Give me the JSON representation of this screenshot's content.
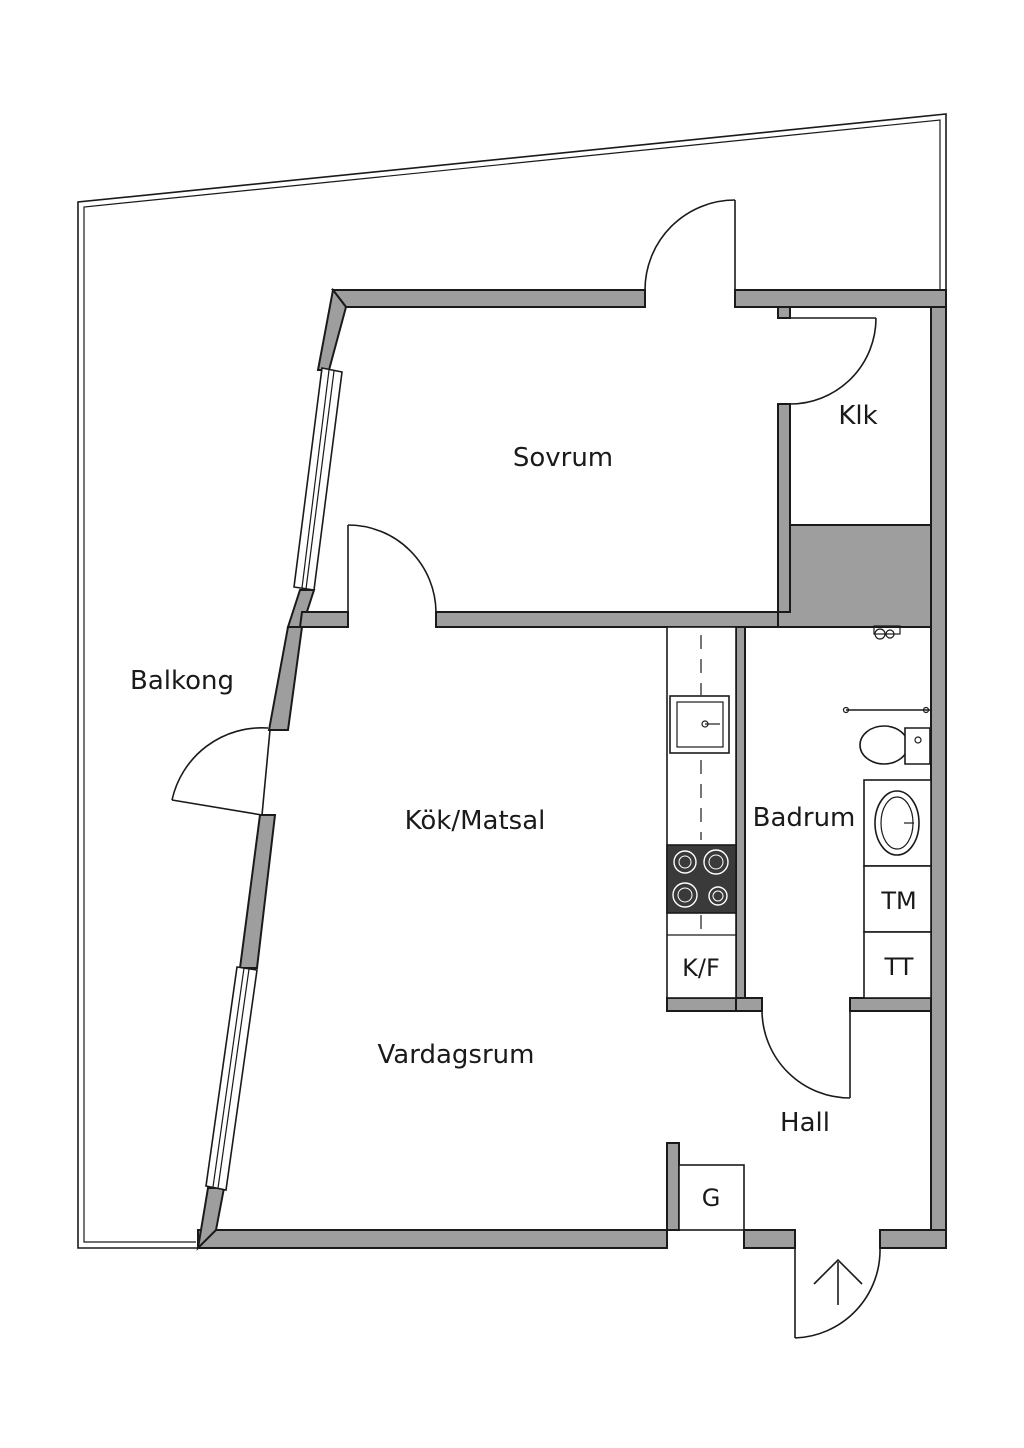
{
  "rooms": {
    "balkong": "Balkong",
    "sovrum": "Sovrum",
    "klk": "Klk",
    "kok_matsal": "Kök/Matsal",
    "badrum": "Badrum",
    "vardagsrum": "Vardagsrum",
    "hall": "Hall"
  },
  "fixtures": {
    "kf": "K/F",
    "tm": "TM",
    "tt": "TT",
    "g": "G"
  },
  "colors": {
    "wall_fill": "#9e9e9e",
    "line": "#1a1a1a",
    "stove": "#3a3a3a"
  }
}
